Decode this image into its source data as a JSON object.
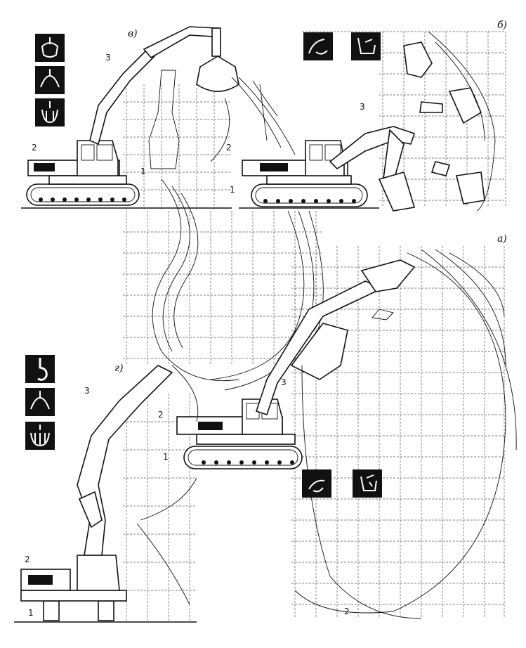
{
  "panels": {
    "a": {
      "label": "а)"
    },
    "b": {
      "label": "б)"
    },
    "v": {
      "label": "в)"
    },
    "g": {
      "label": "г)"
    }
  },
  "callouts": {
    "one": "1",
    "two": "2",
    "three": "3"
  },
  "icons": {
    "panel_v": [
      "clamshell-bucket-icon",
      "grab-open-icon",
      "grab-closed-icon"
    ],
    "panel_b": [
      "backhoe-bucket-icon",
      "loading-bucket-icon"
    ],
    "panel_g": [
      "hook-icon",
      "grab-open-icon",
      "grab-tines-icon"
    ],
    "panel_a": [
      "bucket-digging-icon",
      "bucket-dumping-icon"
    ]
  }
}
